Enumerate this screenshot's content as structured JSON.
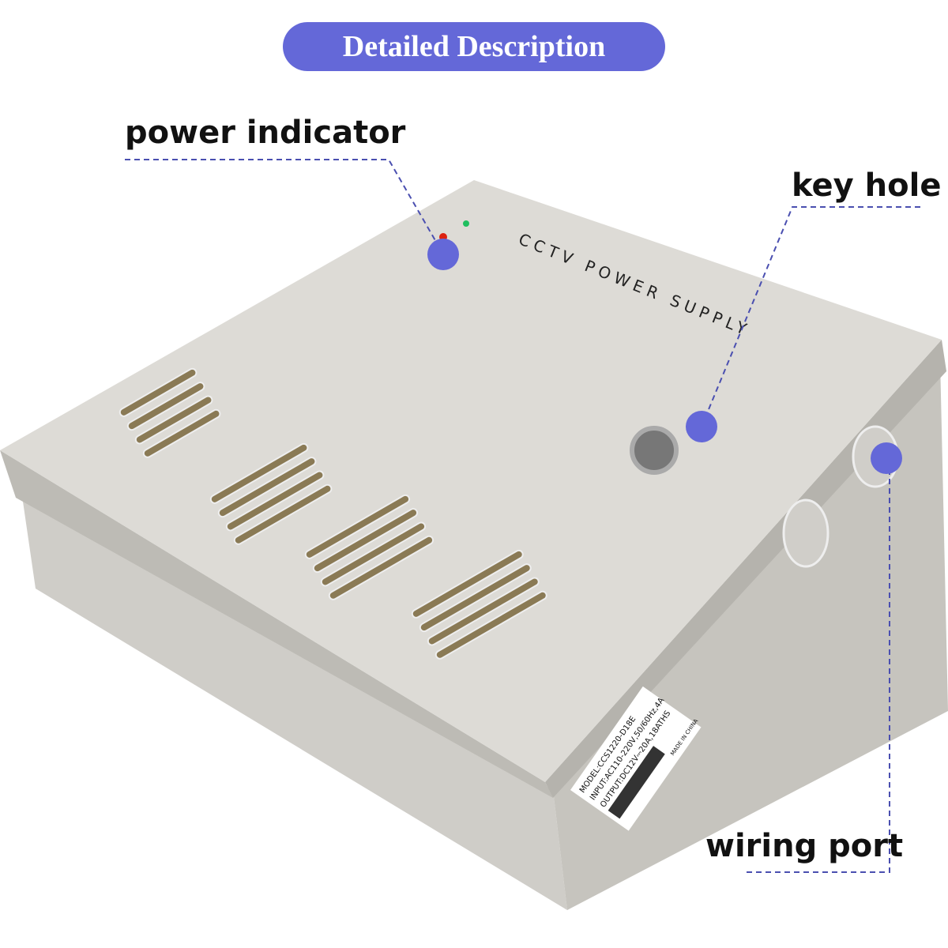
{
  "header": {
    "title": "Detailed  Description"
  },
  "callouts": {
    "power_indicator": "power indicator",
    "key_hole": "key hole",
    "wiring_port": "wiring port"
  },
  "product": {
    "lid_text": "CCTV POWER SUPPLY",
    "label_lines": [
      "MODEL:CCS1220-D18E",
      "INPUT:AC110-220V,50/60Hz,4A",
      "OUTPUT:DC12V⎓20A,18ATHS",
      "MADE IN CHINA"
    ]
  },
  "colors": {
    "accent": "#6468d8",
    "box": "#d8d6d1"
  }
}
